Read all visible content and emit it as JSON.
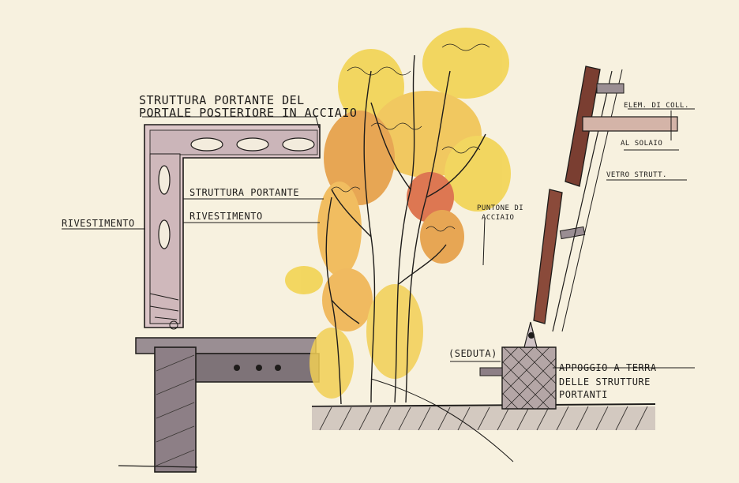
{
  "labels": {
    "title_line1": "STRUTTURA PORTANTE DEL",
    "title_line2": "PORTALE POSTERIORE IN ACCIAIO",
    "struttura_portante": "STRUTTURA PORTANTE",
    "rivestimento_inner": "RIVESTIMENTO",
    "rivestimento_outer": "RIVESTIMENTO",
    "puntone_line1": "PUNTONE DI",
    "puntone_line2": "ACCIAIO",
    "elem_line1": "ELEM. DI COLL.",
    "elem_line2": "AL SOLAIO",
    "vetro": "VETRO STRUTT.",
    "seduta": "(SEDUTA)",
    "appoggio_line1": "APPOGGIO A TERRA",
    "appoggio_line2": "DELLE STRUTTURE",
    "appoggio_line3": "PORTANTI"
  },
  "colors": {
    "paper": "#f7f1df",
    "ink": "#1e1c1a",
    "cladding_pink": "#dcc6c8",
    "steel_grey": "#8d7f86",
    "wood_brown": "#8a4a3a",
    "foliage_yellow": "#f2d24b",
    "foliage_orange": "#e59a3c",
    "foliage_red": "#d9623a",
    "ground_hatch": "#3a3633"
  }
}
